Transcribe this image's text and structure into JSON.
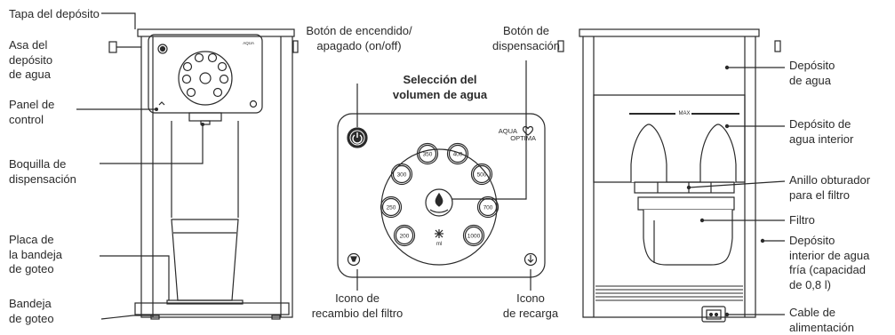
{
  "brand": {
    "line1": "AQUA",
    "line2": "OPTIMA"
  },
  "left_labels": {
    "tapa": "Tapa del depósito",
    "asa": [
      "Asa del",
      "depósito",
      "de agua"
    ],
    "panel": [
      "Panel de",
      "control"
    ],
    "boquilla": [
      "Boquilla de",
      "dispensación"
    ],
    "placa": [
      "Placa de",
      "la bandeja",
      "de goteo"
    ],
    "bandeja": [
      "Bandeja",
      "de goteo"
    ]
  },
  "center_labels": {
    "boton_encendido": [
      "Botón de encendido/",
      "apagado (on/off)"
    ],
    "boton_dispensacion": [
      "Botón de",
      "dispensación"
    ],
    "seleccion": [
      "Selección del",
      "volumen de agua"
    ],
    "icono_filtro": [
      "Icono de",
      "recambio del filtro"
    ],
    "icono_recarga": [
      "Icono",
      "de recarga"
    ]
  },
  "volumes": [
    "350",
    "400",
    "500",
    "700",
    "1000",
    "200",
    "250",
    "300"
  ],
  "unit": "ml",
  "max_mark": "MAX",
  "right_labels": {
    "deposito": [
      "Depósito",
      "de agua"
    ],
    "interior": [
      "Depósito de",
      "agua interior"
    ],
    "anillo": [
      "Anillo obturador",
      "para el filtro"
    ],
    "filtro": "Filtro",
    "fria": [
      "Depósito",
      "interior de agua",
      "fría (capacidad",
      "de 0,8 l)"
    ],
    "cable": [
      "Cable de",
      "alimentación"
    ]
  }
}
